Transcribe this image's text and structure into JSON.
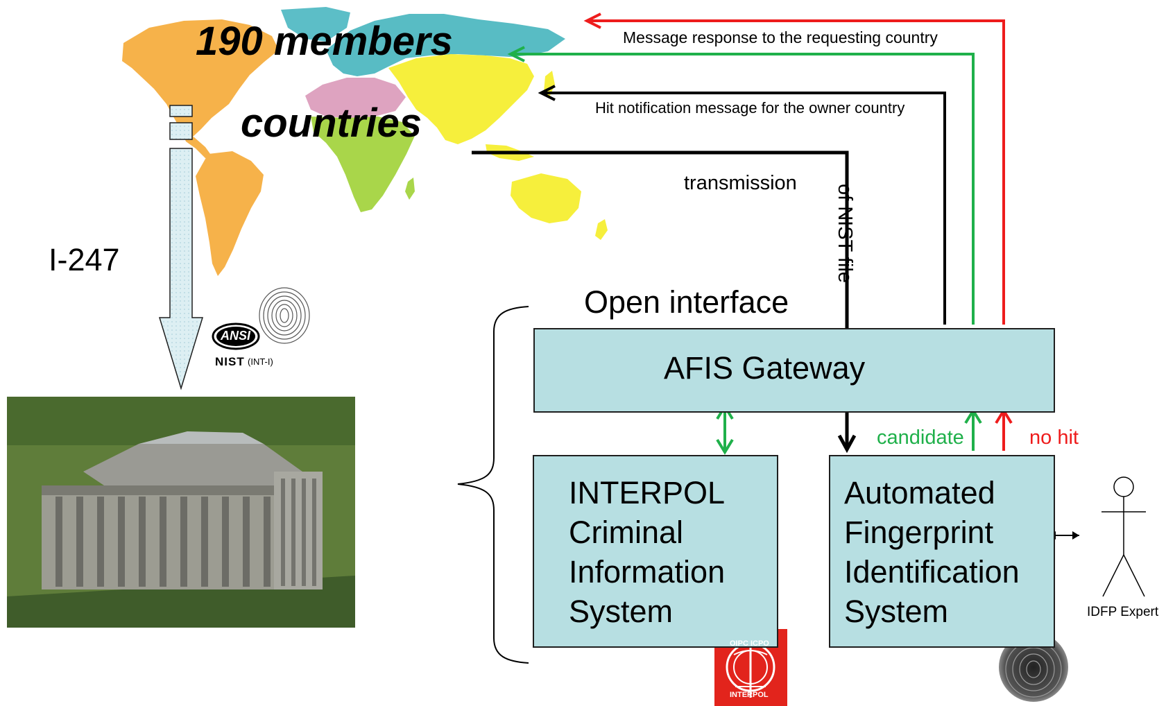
{
  "heading": {
    "line1": "190 members",
    "line2": "countries"
  },
  "messages": {
    "response": "Message response to the requesting country",
    "hit_notification": "Hit notification message for the owner country",
    "transmission": "transmission",
    "of_nist_file": "of NIST file"
  },
  "form_label": "I-247",
  "open_interface": "Open interface",
  "gateway": {
    "label": "AFIS Gateway"
  },
  "icis": {
    "lines": [
      "INTERPOL",
      "Criminal",
      "Information",
      "System"
    ]
  },
  "afis": {
    "lines": [
      "Automated",
      "Fingerprint",
      "Identification",
      "System"
    ]
  },
  "results": {
    "candidate": "candidate",
    "no_hit": "no hit"
  },
  "expert_label": "IDFP Expert",
  "ansi_logo": {
    "ansi": "ANSI",
    "nist": "NIST",
    "int": "(INT-I)"
  },
  "interpol_logo": {
    "top": "OIPC ICPO",
    "bottom": "INTERPOL"
  },
  "colors": {
    "box_fill": "#b7dfe2",
    "red": "#ee1c1c",
    "green": "#1fb04a",
    "black": "#000000",
    "interpol_red": "#e2241c"
  }
}
